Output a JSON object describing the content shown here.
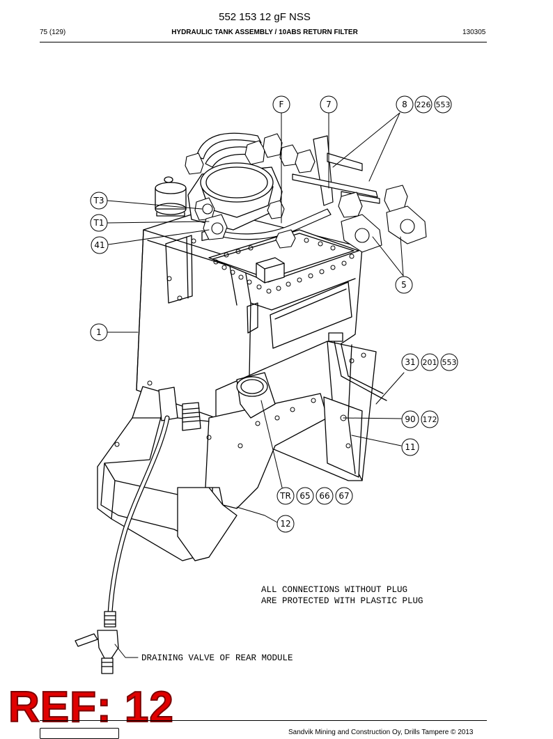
{
  "header": {
    "doc_number": "552 153 12 gF NSS",
    "page": "75 (129)",
    "title": "HYDRAULIC TANK ASSEMBLY / 10ABS RETURN FILTER",
    "date_code": "130305"
  },
  "callouts": {
    "f": "F",
    "c7": "7",
    "c8": "8",
    "c226": "226",
    "c553a": "553",
    "t3": "T3",
    "t1": "T1",
    "c41": "41",
    "c5": "5",
    "c1": "1",
    "c31": "31",
    "c201": "201",
    "c553b": "553",
    "c90": "90",
    "c172": "172",
    "c11": "11",
    "tr": "TR",
    "c65": "65",
    "c66": "66",
    "c67": "67",
    "c12": "12"
  },
  "notes": {
    "line1": "ALL CONNECTIONS WITHOUT PLUG",
    "line2": "ARE PROTECTED WITH PLASTIC PLUG",
    "drain": "DRAINING VALVE OF REAR MODULE"
  },
  "ref_label": "REF: 12",
  "footer": {
    "copyright": "Sandvik Mining and Construction Oy, Drills Tampere © 2013"
  },
  "colors": {
    "ref_red": "#e00000",
    "line": "#000000"
  }
}
